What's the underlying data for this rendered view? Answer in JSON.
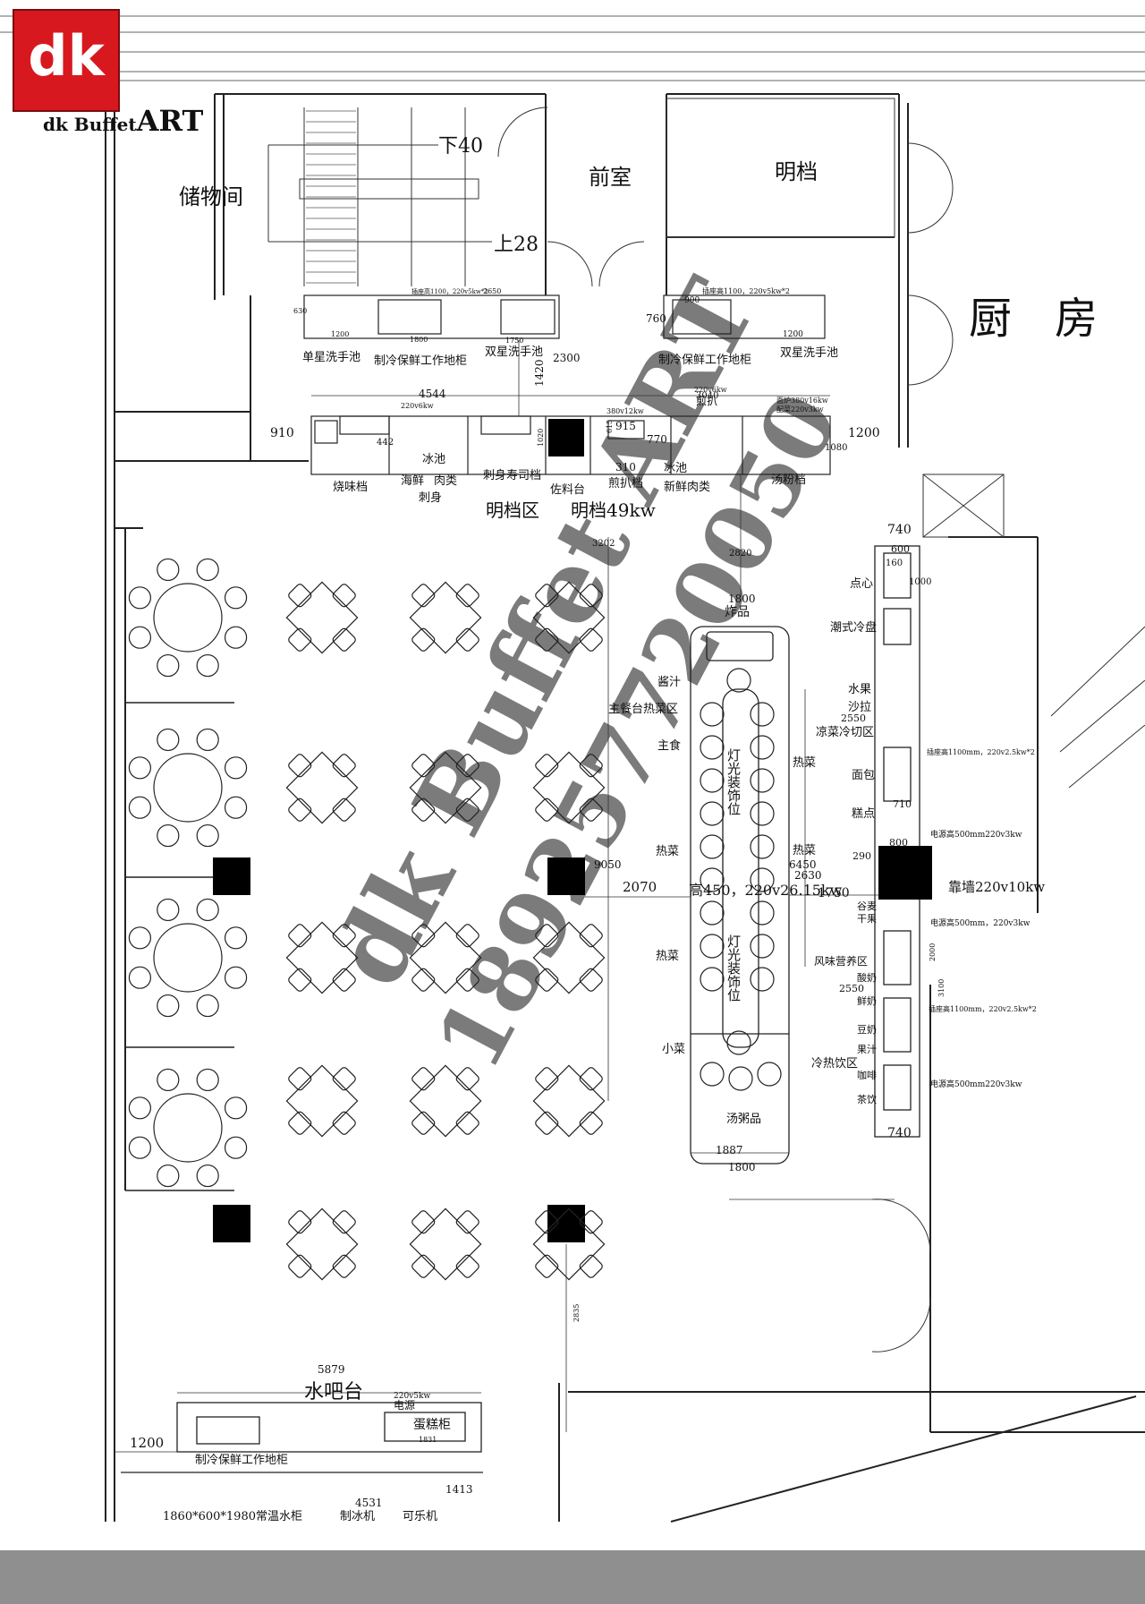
{
  "brand": {
    "mark": "dk",
    "name_prefix": "dk Buffet",
    "name_suffix": "ART"
  },
  "watermark": {
    "line1": "dk Buffet ART",
    "line2": "189257720050"
  },
  "rooms": {
    "storage": "储物间",
    "anteroom": "前室",
    "open_kitchen": "明档",
    "kitchen": "厨　房",
    "stairs_down": "下40",
    "stairs_up": "上28"
  },
  "top_row": {
    "sink_single": "单星洗手池",
    "fridge_counter": "制冷保鲜工作地柜",
    "sink_double": "双星洗手池",
    "fridge_counter_2": "制冷保鲜工作地柜",
    "sink_double_2": "双星洗手池",
    "socket_a": "插座高1100，220v5kw*2",
    "socket_b": "插座高1100，220v5kw*2",
    "dims": [
      "630",
      "1200",
      "1800",
      "1750",
      "2650",
      "900",
      "760",
      "1200",
      "2300",
      "1420"
    ]
  },
  "open_line": {
    "width": "4544",
    "power_1": "220v6kw",
    "power_2": "220v6kw",
    "stations": [
      "烧味档",
      "冰池",
      "海鲜",
      "肉类",
      "刺身",
      "刺身寿司档",
      "佐料台",
      "煎扒档",
      "冰池",
      "新鲜肉类",
      "汤粉档"
    ],
    "zone": "明档区",
    "total": "明档49kw",
    "noodle_power": "面炉380v16kw",
    "dish_power": "配菜220v3kw",
    "grill_power": "380v12kw",
    "grill_sub": "煎扒",
    "dims": [
      "910",
      "442",
      "1020",
      "915",
      "770",
      "310",
      "1080",
      "1200",
      "615",
      "3040"
    ]
  },
  "buffet": {
    "fried": "炸品",
    "sauce": "酱汁",
    "hot_zone": "主餐台热菜区",
    "staple": "主食",
    "hot_a": "热菜",
    "hot_b": "热菜",
    "hot_c": "热菜",
    "hot_d": "热菜",
    "light_a": "灯光装饰位",
    "light_b": "灯光装饰位",
    "small_dish": "小菜",
    "soup": "汤粥品",
    "height_power": "高450，220v26.15kw",
    "dims": [
      "3202",
      "2820",
      "1800",
      "9050",
      "2070",
      "6450",
      "2630",
      "1750",
      "1887",
      "1800",
      "2835"
    ]
  },
  "side": {
    "dim_top": "740",
    "dim_600": "600",
    "dim_160": "160",
    "dim_1000": "1000",
    "dim_2550": "2550",
    "dim_710": "710",
    "dim_800": "800",
    "dim_290": "290",
    "dim_2550b": "2550",
    "dim_2000": "2000",
    "dim_3100": "3100",
    "dim_bottom": "740",
    "dessert": "点心",
    "cold_dish": "潮式冷盘",
    "fruit": "水果",
    "salad": "沙拉",
    "cold_zone": "凉菜冷切区",
    "bread": "面包",
    "cake": "糕点",
    "cereal": "谷麦",
    "dried_fruit": "干果",
    "nutrition_zone": "风味营养区",
    "yogurt": "酸奶",
    "fresh_milk": "鲜奶",
    "soy": "豆奶",
    "juice": "果汁",
    "drink_zone": "冷热饮区",
    "coffee": "咖啡",
    "tea": "茶饮",
    "power_a": "电源高500mm220v3kw",
    "power_b": "电源高500mm，220v3kw",
    "power_c": "电源高500mm220v3kw",
    "socket_c": "插座高1100mm，220v2.5kw*2",
    "socket_d": "插座高1100mm，220v2.5kw*2",
    "wall": "靠墙220v10kw"
  },
  "bar": {
    "title": "水吧台",
    "width": "5879",
    "power": "220v5kw",
    "power_label": "电源",
    "fridge": "制冷保鲜工作地柜",
    "cake_cabinet": "蛋糕柜",
    "cake_dim": "1831",
    "dim_left": "1200",
    "dim_4531": "4531",
    "dim_1413": "1413",
    "cab_size": "1860*600*1980",
    "water_cab": "常温水柜",
    "ice_maker": "制冰机",
    "cola": "可乐机"
  }
}
